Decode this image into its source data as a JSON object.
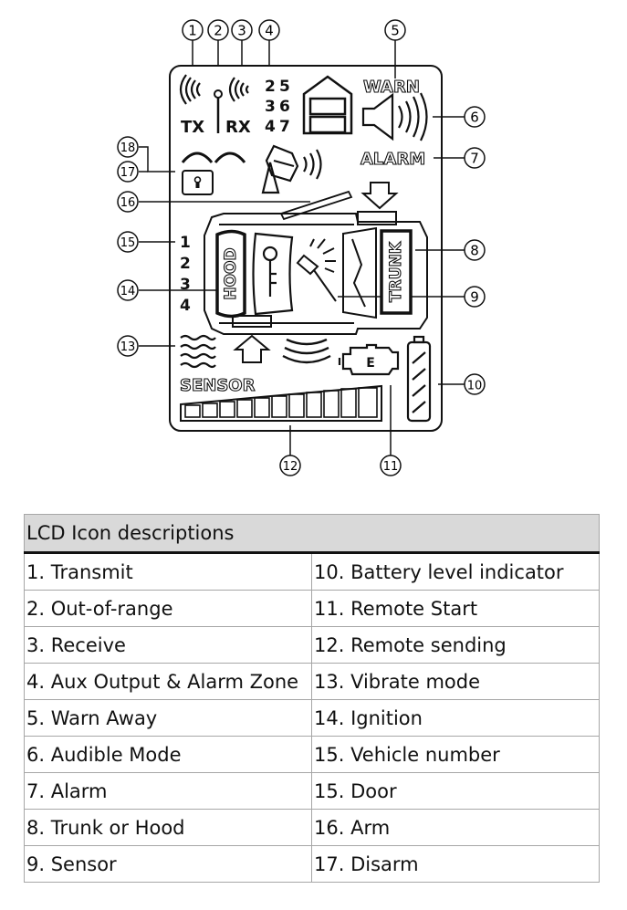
{
  "callouts": [
    {
      "id": "1",
      "label": "1"
    },
    {
      "id": "2",
      "label": "2"
    },
    {
      "id": "3",
      "label": "3"
    },
    {
      "id": "4",
      "label": "4"
    },
    {
      "id": "5",
      "label": "5"
    },
    {
      "id": "6",
      "label": "6"
    },
    {
      "id": "7",
      "label": "7"
    },
    {
      "id": "8",
      "label": "8"
    },
    {
      "id": "9",
      "label": "9"
    },
    {
      "id": "10",
      "label": "10"
    },
    {
      "id": "11",
      "label": "11"
    },
    {
      "id": "12",
      "label": "12"
    },
    {
      "id": "13",
      "label": "13"
    },
    {
      "id": "14",
      "label": "14"
    },
    {
      "id": "15",
      "label": "15"
    },
    {
      "id": "16",
      "label": "16"
    },
    {
      "id": "17",
      "label": "17"
    },
    {
      "id": "18",
      "label": "18"
    }
  ],
  "lcd": {
    "tx": "TX",
    "rx": "RX",
    "aux_digits": [
      "2",
      "5",
      "3",
      "6",
      "4",
      "7"
    ],
    "warn": "WARN",
    "alarm": "ALARM",
    "hood": "HOOD",
    "trunk": "TRUNK",
    "sensor": "SENSOR",
    "engine": "E",
    "vehicle_numbers": [
      "1",
      "2",
      "3",
      "4"
    ]
  },
  "table": {
    "title": "LCD Icon descriptions",
    "rows": [
      [
        "1. Transmit",
        "10. Battery level indicator"
      ],
      [
        "2. Out-of-range",
        "11. Remote Start"
      ],
      [
        "3. Receive",
        "12. Remote sending"
      ],
      [
        "4. Aux Output & Alarm Zone",
        "13. Vibrate mode"
      ],
      [
        "5. Warn Away",
        "14. Ignition"
      ],
      [
        "6. Audible Mode",
        "15. Vehicle number"
      ],
      [
        "7. Alarm",
        "15. Door"
      ],
      [
        "8. Trunk or Hood",
        "16. Arm"
      ],
      [
        "9. Sensor",
        "17. Disarm"
      ]
    ]
  }
}
